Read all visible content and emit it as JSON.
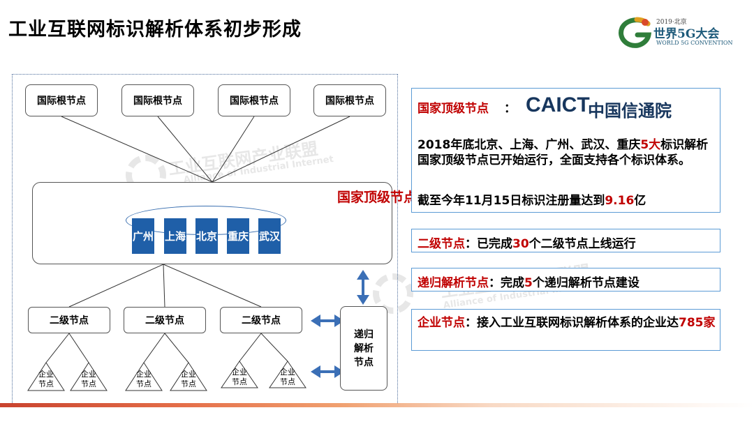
{
  "title": "工业互联网标识解析体系初步形成",
  "logo": {
    "year": "2019·北京",
    "name_cn": "世界5G大会",
    "name_en": "WORLD 5G CONVENTION"
  },
  "watermark": {
    "cn": "工业互联网产业联盟",
    "en": "Alliance of Industrial Internet"
  },
  "diagram": {
    "root_nodes": [
      "国际根节点",
      "国际根节点",
      "国际根节点",
      "国际根节点"
    ],
    "top_level_title": "国家顶级节点",
    "cities": [
      {
        "line1": "广",
        "line2": "州"
      },
      {
        "line1": "上",
        "line2": "海"
      },
      {
        "line1": "北",
        "line2": "京"
      },
      {
        "line1": "重",
        "line2": "庆"
      },
      {
        "line1": "武",
        "line2": "汉"
      }
    ],
    "second_nodes": [
      "二级节点",
      "二级节点",
      "二级节点"
    ],
    "recursive_node": "递归解析节点",
    "enterprise_line1": "企业",
    "enterprise_line2": "节点"
  },
  "panels": {
    "top": {
      "heading": "国家顶级节点",
      "colon": "：",
      "brand": "CAICT",
      "brand_cn": "中国信通院",
      "p1_a": "2018年底北京、上海、广州、武汉、重庆",
      "p1_hl": "5大",
      "p1_b": "标识解析国家顶级节点已开始运行，全面支持各个标识体系。",
      "p2_a": "截至今年11月15日标识注册量达到",
      "p2_hl": "9.16",
      "p2_b": "亿"
    },
    "second": {
      "heading": "二级节点",
      "a": "：已完成",
      "hl": "30",
      "b": "个二级节点上线运行"
    },
    "recursive": {
      "heading": "递归解析节点",
      "a": "：完成",
      "hl": "5",
      "b": "个递归解析节点建设"
    },
    "enterprise": {
      "heading": "企业节点",
      "a": "：接入工业互联网标识解析体系的企业达",
      "hl": "785家"
    }
  }
}
